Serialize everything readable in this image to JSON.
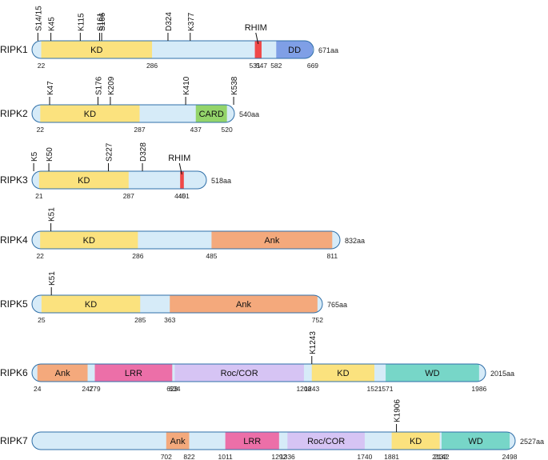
{
  "proteins": [
    {
      "name": "RIPK1",
      "length_label": "671aa",
      "length": 671,
      "domains": [
        {
          "label": "KD",
          "type": "KD",
          "start": 22,
          "end": 286
        },
        {
          "label": "",
          "type": "RHIM",
          "start": 531,
          "end": 547
        },
        {
          "label": "DD",
          "type": "DD",
          "start": 582,
          "end": 669
        }
      ],
      "positions": [
        {
          "label": "22",
          "pos": 22
        },
        {
          "label": "286",
          "pos": 286
        },
        {
          "label": "531",
          "pos": 531
        },
        {
          "label": "547",
          "pos": 547
        },
        {
          "label": "582",
          "pos": 582
        },
        {
          "label": "669",
          "pos": 669
        }
      ],
      "sites": [
        {
          "label": "S14/15",
          "pos": 14
        },
        {
          "label": "K45",
          "pos": 45
        },
        {
          "label": "K115",
          "pos": 115
        },
        {
          "label": "S161",
          "pos": 161
        },
        {
          "label": "S166",
          "pos": 166
        },
        {
          "label": "D324",
          "pos": 324
        },
        {
          "label": "K377",
          "pos": 377
        }
      ],
      "callouts": [
        {
          "label": "RHIM",
          "pos": 539
        }
      ]
    },
    {
      "name": "RIPK2",
      "length_label": "540aa",
      "length": 540,
      "domains": [
        {
          "label": "KD",
          "type": "KD",
          "start": 22,
          "end": 287
        },
        {
          "label": "CARD",
          "type": "CARD",
          "start": 437,
          "end": 520
        }
      ],
      "positions": [
        {
          "label": "22",
          "pos": 22
        },
        {
          "label": "287",
          "pos": 287
        },
        {
          "label": "437",
          "pos": 437
        },
        {
          "label": "520",
          "pos": 520
        }
      ],
      "sites": [
        {
          "label": "K47",
          "pos": 47
        },
        {
          "label": "S176",
          "pos": 176
        },
        {
          "label": "K209",
          "pos": 209
        },
        {
          "label": "K410",
          "pos": 410
        },
        {
          "label": "K538",
          "pos": 538
        }
      ],
      "callouts": []
    },
    {
      "name": "RIPK3",
      "length_label": "518aa",
      "length": 518,
      "domains": [
        {
          "label": "KD",
          "type": "KD",
          "start": 21,
          "end": 287
        },
        {
          "label": "",
          "type": "RHIM",
          "start": 440,
          "end": 451
        }
      ],
      "positions": [
        {
          "label": "21",
          "pos": 21
        },
        {
          "label": "287",
          "pos": 287
        },
        {
          "label": "440",
          "pos": 440
        },
        {
          "label": "451",
          "pos": 451
        }
      ],
      "sites": [
        {
          "label": "K5",
          "pos": 5
        },
        {
          "label": "K50",
          "pos": 50
        },
        {
          "label": "S227",
          "pos": 227
        },
        {
          "label": "D328",
          "pos": 328
        }
      ],
      "callouts": [
        {
          "label": "RHIM",
          "pos": 445
        }
      ]
    },
    {
      "name": "RIPK4",
      "length_label": "832aa",
      "length": 832,
      "domains": [
        {
          "label": "KD",
          "type": "KD",
          "start": 22,
          "end": 286
        },
        {
          "label": "Ank",
          "type": "Ank",
          "start": 485,
          "end": 811
        }
      ],
      "positions": [
        {
          "label": "22",
          "pos": 22
        },
        {
          "label": "286",
          "pos": 286
        },
        {
          "label": "485",
          "pos": 485
        },
        {
          "label": "811",
          "pos": 811
        }
      ],
      "sites": [
        {
          "label": "K51",
          "pos": 51
        }
      ],
      "callouts": []
    },
    {
      "name": "RIPK5",
      "length_label": "765aa",
      "length": 765,
      "domains": [
        {
          "label": "KD",
          "type": "KD",
          "start": 25,
          "end": 285
        },
        {
          "label": "Ank",
          "type": "Ank",
          "start": 363,
          "end": 752
        }
      ],
      "positions": [
        {
          "label": "25",
          "pos": 25
        },
        {
          "label": "285",
          "pos": 285
        },
        {
          "label": "363",
          "pos": 363
        },
        {
          "label": "752",
          "pos": 752
        }
      ],
      "sites": [
        {
          "label": "K51",
          "pos": 51
        }
      ],
      "callouts": []
    },
    {
      "name": "RIPK6",
      "length_label": "2015aa",
      "length": 2015,
      "domains": [
        {
          "label": "Ank",
          "type": "Ank",
          "start": 24,
          "end": 247
        },
        {
          "label": "LRR",
          "type": "LRR",
          "start": 279,
          "end": 623
        },
        {
          "label": "Roc/COR",
          "type": "ROC",
          "start": 634,
          "end": 1208
        },
        {
          "label": "KD",
          "type": "KD",
          "start": 1243,
          "end": 1521
        },
        {
          "label": "WD",
          "type": "WD",
          "start": 1571,
          "end": 1986
        }
      ],
      "positions": [
        {
          "label": "24",
          "pos": 24
        },
        {
          "label": "247",
          "pos": 247
        },
        {
          "label": "279",
          "pos": 279
        },
        {
          "label": "623",
          "pos": 623
        },
        {
          "label": "634",
          "pos": 634
        },
        {
          "label": "1208",
          "pos": 1208
        },
        {
          "label": "1243",
          "pos": 1243
        },
        {
          "label": "1521",
          "pos": 1521
        },
        {
          "label": "1571",
          "pos": 1571
        },
        {
          "label": "1986",
          "pos": 1986
        }
      ],
      "sites": [
        {
          "label": "K1243",
          "pos": 1243
        }
      ],
      "callouts": []
    },
    {
      "name": "RIPK7",
      "length_label": "2527aa",
      "length": 2527,
      "domains": [
        {
          "label": "Ank",
          "type": "Ank",
          "start": 702,
          "end": 822
        },
        {
          "label": "LRR",
          "type": "LRR",
          "start": 1011,
          "end": 1292
        },
        {
          "label": "Roc/COR",
          "type": "ROC",
          "start": 1336,
          "end": 1740
        },
        {
          "label": "KD",
          "type": "KD",
          "start": 1881,
          "end": 2132
        },
        {
          "label": "WD",
          "type": "WD",
          "start": 2142,
          "end": 2498
        }
      ],
      "positions": [
        {
          "label": "702",
          "pos": 702
        },
        {
          "label": "822",
          "pos": 822
        },
        {
          "label": "1011",
          "pos": 1011
        },
        {
          "label": "1292",
          "pos": 1292
        },
        {
          "label": "1336",
          "pos": 1336
        },
        {
          "label": "1740",
          "pos": 1740
        },
        {
          "label": "1881",
          "pos": 1881
        },
        {
          "label": "2132",
          "pos": 2132
        },
        {
          "label": "2142",
          "pos": 2142
        },
        {
          "label": "2498",
          "pos": 2498
        }
      ],
      "sites": [
        {
          "label": "K1906",
          "pos": 1906
        }
      ],
      "callouts": []
    }
  ],
  "colors": {
    "backbone": "#d6ebf8",
    "backbone_edge": "#2f6fa8",
    "KD": "#fbe27e",
    "RHIM": "#f04848",
    "DD": "#7f9fe6",
    "CARD": "#93d46a",
    "Ank": "#f4a97c",
    "LRR": "#ec6fa8",
    "ROC": "#d6c4f4",
    "WD": "#77d6c8"
  }
}
